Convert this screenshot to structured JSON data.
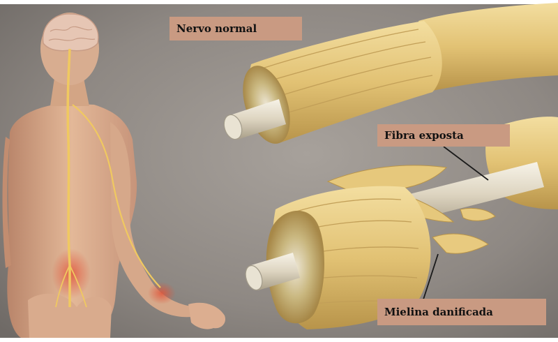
{
  "labels": {
    "normal": "Nervo normal",
    "exposed": "Fibra exposta",
    "damaged": "Mielina danificada"
  },
  "colors": {
    "background": "#8f8a86",
    "myelin": "#e5c77c",
    "axon": "#e8e0cf",
    "nerve_line": "#f0c960",
    "skin": "#d9ac8e",
    "label_bg": "#c99a82"
  }
}
